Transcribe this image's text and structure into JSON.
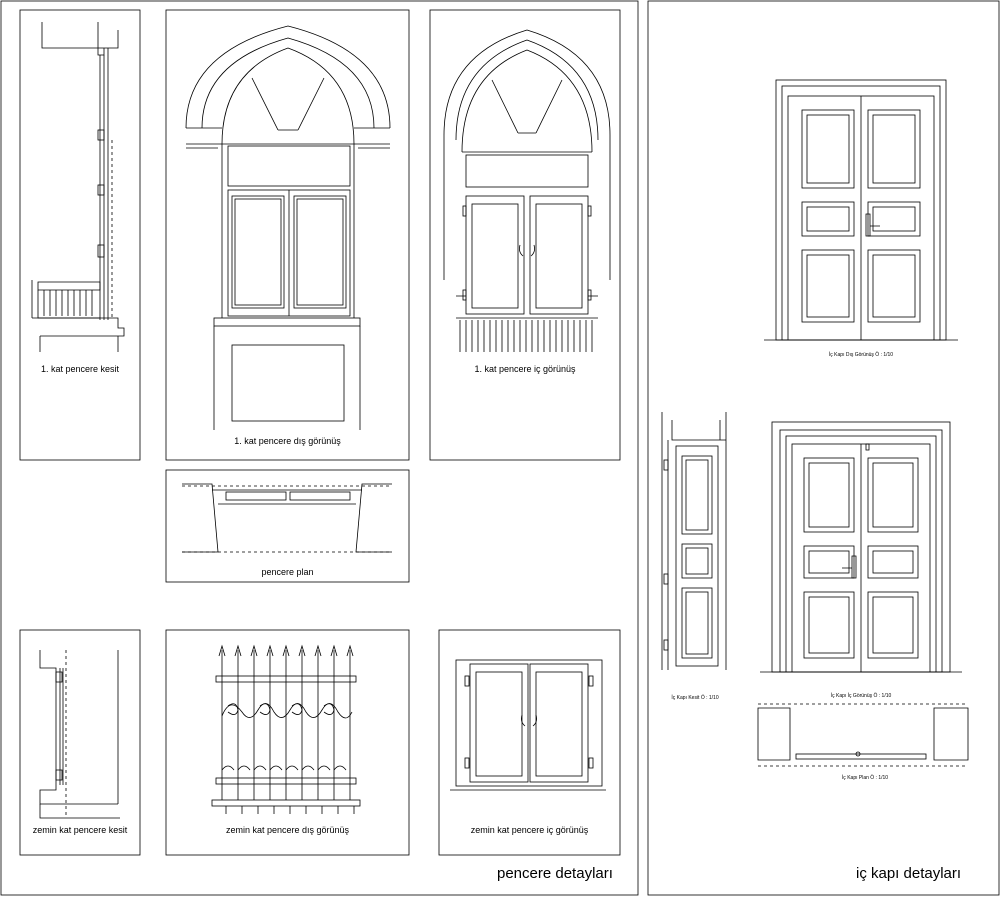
{
  "sheets": {
    "window": {
      "title": "pencere detayları"
    },
    "door": {
      "title": "iç kapı detayları"
    }
  },
  "panels": {
    "p1": "1. kat pencere kesit",
    "p2": "1. kat pencere dış görünüş",
    "p3": "1. kat pencere iç görünüş",
    "p4": "pencere plan",
    "p5": "zemin kat pencere kesit",
    "p6": "zemin kat pencere dış görünüş",
    "p7": "zemin kat pencere iç görünüş",
    "d1": "İç Kapı Dış Görünüş  Ö : 1/10",
    "d2": "İç Kapı Kesit  Ö : 1/10",
    "d3": "İç Kapı İç Görünüş  Ö : 1/10",
    "d4": "İç Kapı Plan  Ö : 1/10"
  }
}
